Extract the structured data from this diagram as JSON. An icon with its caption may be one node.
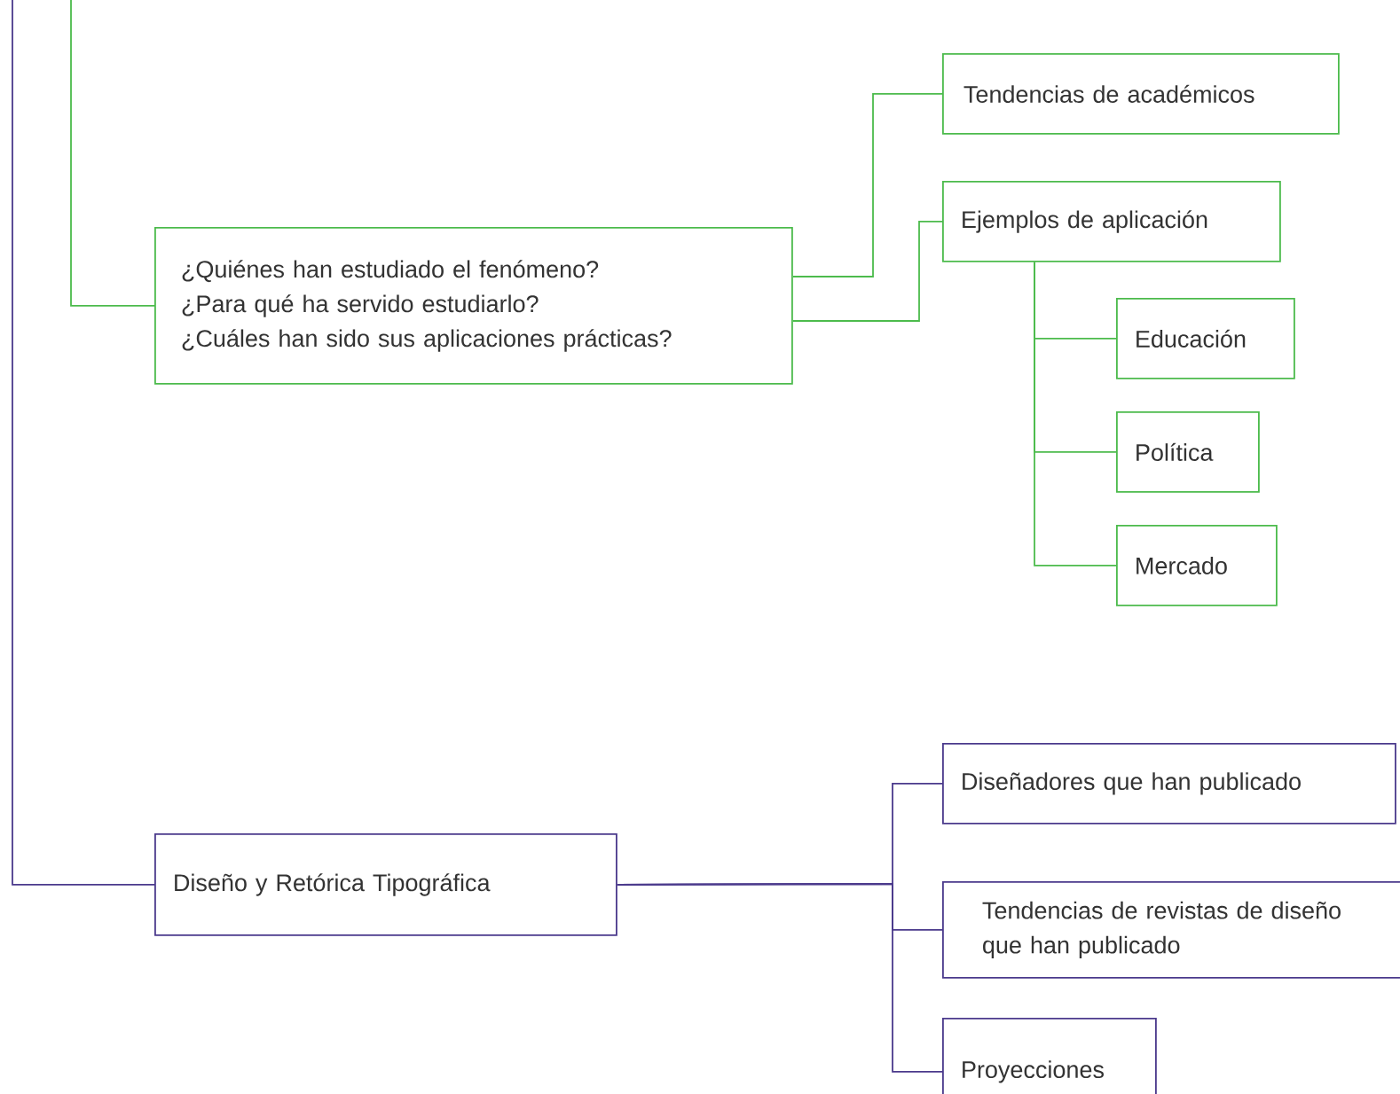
{
  "diagram": {
    "nodes": [
      {
        "text": [
          "¿Quiénes han estudiado el fenómeno?",
          "¿Para qué ha servido estudiarlo?",
          "¿Cuáles han sido sus aplicaciones prácticas?"
        ]
      },
      {
        "text": [
          "Tendencias de académicos"
        ]
      },
      {
        "text": [
          "Ejemplos de aplicación"
        ]
      },
      {
        "text": [
          "Educación"
        ]
      },
      {
        "text": [
          "Política"
        ]
      },
      {
        "text": [
          "Mercado"
        ]
      },
      {
        "text": [
          "Diseño y Retórica Tipográfica"
        ]
      },
      {
        "text": [
          "Diseñadores que han publicado"
        ]
      },
      {
        "text": [
          "Tendencias de revistas de diseño que han publicado"
        ]
      },
      {
        "text": [
          "Proyecciones"
        ]
      }
    ],
    "edges": [
      {
        "from": null,
        "to": 0,
        "arrow": "none"
      },
      {
        "from": 0,
        "to": 1,
        "arrow": "none"
      },
      {
        "from": 0,
        "to": 2,
        "arrow": "none"
      },
      {
        "from": 2,
        "to": 3,
        "arrow": "none"
      },
      {
        "from": 2,
        "to": 4,
        "arrow": "none"
      },
      {
        "from": 2,
        "to": 5,
        "arrow": "none"
      },
      {
        "from": null,
        "to": 6,
        "arrow": "none",
        "color": "#4b3a8c"
      },
      {
        "from": 6,
        "to": 7,
        "arrow": "none",
        "color": "#4b3a8c"
      },
      {
        "from": 6,
        "to": 8,
        "arrow": "none",
        "color": "#4b3a8c"
      },
      {
        "from": 6,
        "to": 9,
        "arrow": "none",
        "color": "#4b3a8c"
      }
    ]
  }
}
